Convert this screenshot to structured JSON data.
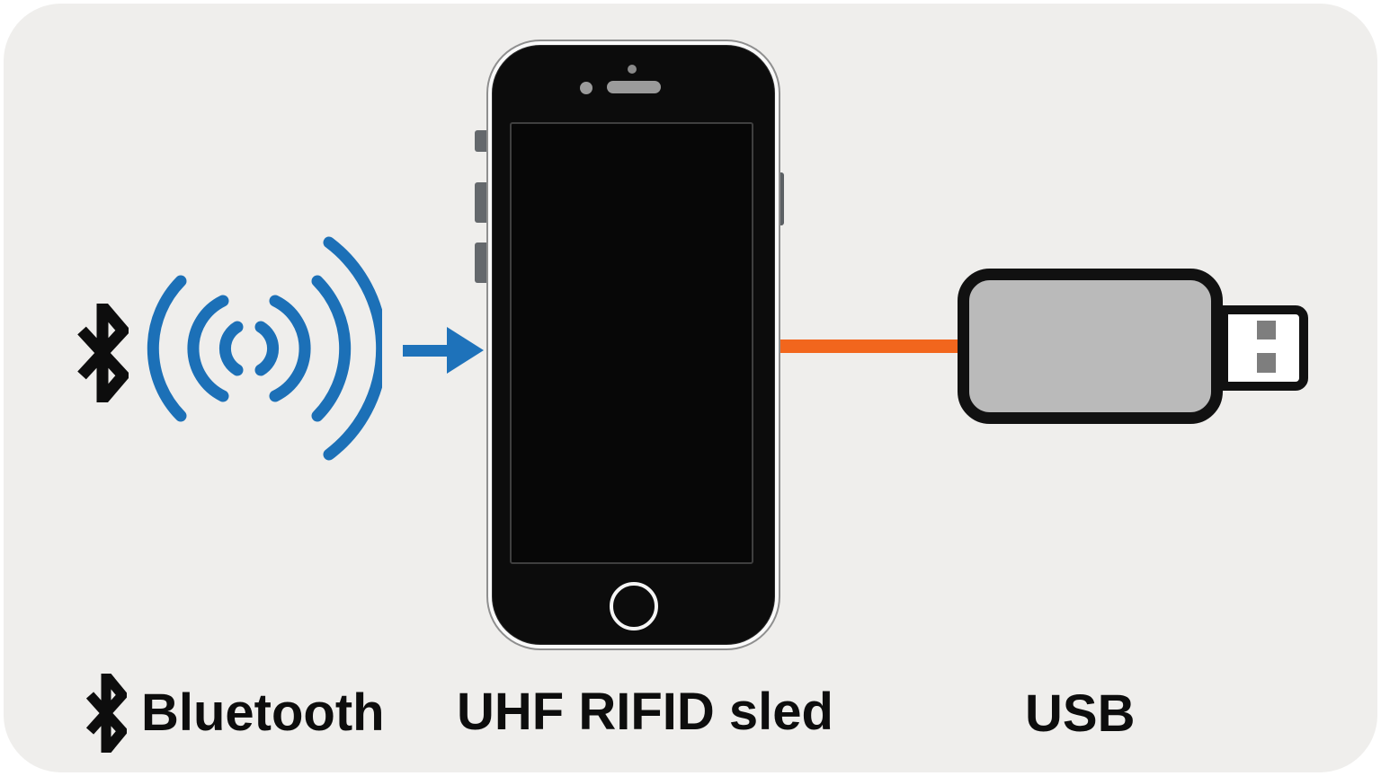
{
  "diagram": {
    "title_present": false,
    "labels": {
      "bluetooth": "Bluetooth",
      "sled": "UHF RIFID sled",
      "usb": "USB"
    },
    "colors": {
      "signal_blue": "#1c70b7",
      "arrow_blue": "#1e72ba",
      "cable_orange": "#f2661d",
      "icon_black": "#0d0d0d",
      "background_gray": "#efeeec",
      "phone_black": "#0c0c0c",
      "usb_body_gray": "#bababa",
      "usb_pin_gray": "#7e7e7e"
    },
    "icons": {
      "bluetooth_icon": "bluetooth rune",
      "wireless_signal_icon": "radiating signal arcs",
      "arrow_right_icon": "solid right arrow",
      "smartphone": "black smartphone front view",
      "usb_dongle": "usb stick with connector"
    }
  }
}
